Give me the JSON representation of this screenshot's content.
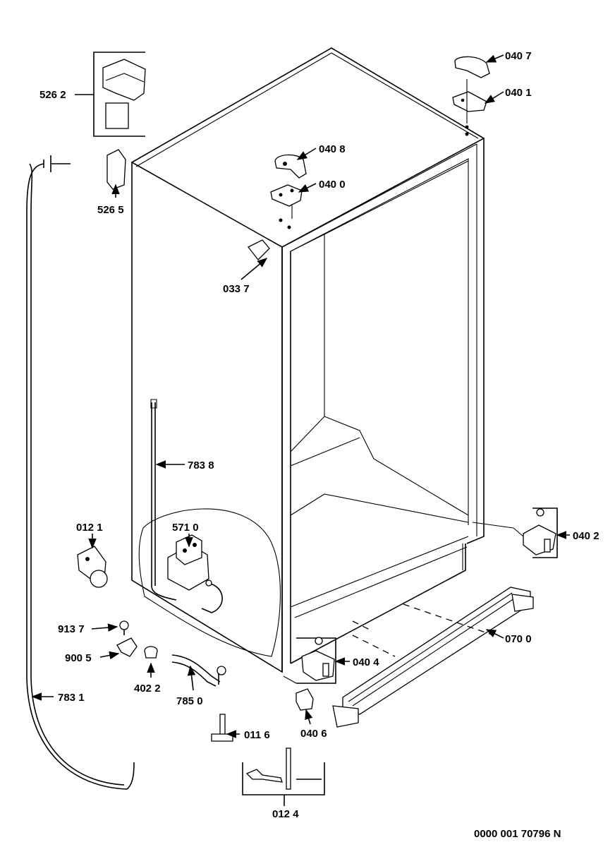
{
  "parts": [
    {
      "id": "p5262",
      "label": "526 2"
    },
    {
      "id": "p5265",
      "label": "526 5"
    },
    {
      "id": "p0337",
      "label": "033 7"
    },
    {
      "id": "p0408",
      "label": "040 8"
    },
    {
      "id": "p0400",
      "label": "040 0"
    },
    {
      "id": "p0407",
      "label": "040 7"
    },
    {
      "id": "p0401",
      "label": "040 1"
    },
    {
      "id": "p7838",
      "label": "783 8"
    },
    {
      "id": "p0121",
      "label": "012 1"
    },
    {
      "id": "p5710",
      "label": "571 0"
    },
    {
      "id": "p0402",
      "label": "040 2"
    },
    {
      "id": "p0700",
      "label": "070 0"
    },
    {
      "id": "p9137",
      "label": "913 7"
    },
    {
      "id": "p9005",
      "label": "900 5"
    },
    {
      "id": "p4022",
      "label": "402 2"
    },
    {
      "id": "p7850",
      "label": "785 0"
    },
    {
      "id": "p0404",
      "label": "040 4"
    },
    {
      "id": "p0406",
      "label": "040 6"
    },
    {
      "id": "p7831",
      "label": "783 1"
    },
    {
      "id": "p0116",
      "label": "011 6"
    },
    {
      "id": "p0124",
      "label": "012 4"
    }
  ],
  "reference_code": "0000 001 70796 N"
}
